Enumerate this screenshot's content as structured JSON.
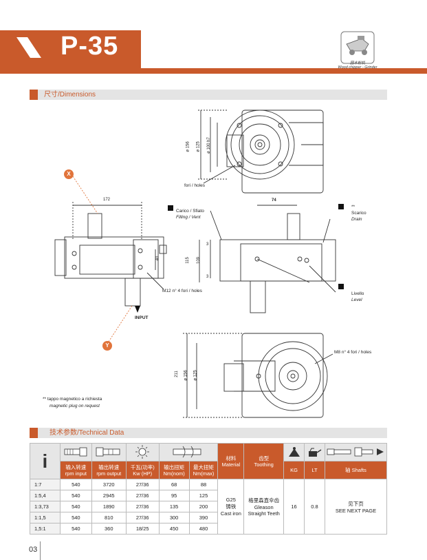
{
  "header": {
    "title": "P-35",
    "logo_caption_cn": "圆木粉机",
    "logo_caption": "Wood chipper - Grinder"
  },
  "sections": {
    "dimensions": "尺寸/Dimensions",
    "technical": "技术参数/Technical Data"
  },
  "drawing": {
    "markers": {
      "x": "X",
      "y": "Y"
    },
    "top_view": {
      "d156": "ø 156",
      "d125": "ø 125",
      "d100": "ø 100 h7",
      "holes": "fori / holes"
    },
    "side_view": {
      "dim172": "172",
      "dim40": "40",
      "m12": "M12 n° 4 fori / holes",
      "input": "INPUT"
    },
    "front_view": {
      "dim74": "74",
      "dim115": "115",
      "dim109": "109",
      "dim3a": "3",
      "dim3b": "3",
      "carico": "Carico / Sfiato",
      "filling": "Filling / Vent",
      "scarico_mark": "**",
      "scarico": "Scarico",
      "drain": "Drain",
      "livello": "Livello",
      "level": "Level"
    },
    "bottom_view": {
      "dim211": "211",
      "d156": "ø 156",
      "d125": "ø 125",
      "m8": "M8 n° 4 fori / holes"
    },
    "note_line1": "** tappo magnetico a richiesta",
    "note_line2": "magnetic plug on request"
  },
  "table": {
    "ratio_symbol": "i",
    "headers": [
      {
        "cn": "输入转速",
        "en": "rpm input"
      },
      {
        "cn": "输出转速",
        "en": "rpm output"
      },
      {
        "cn": "千瓦(功率)",
        "en": "Kw (HP)"
      },
      {
        "cn": "输出扭矩",
        "en": "Nm(nom)"
      },
      {
        "cn": "最大扭矩",
        "en": "Nm(max)"
      },
      {
        "cn": "材料",
        "en": "Material"
      },
      {
        "cn": "齿型",
        "en": "Toothing"
      },
      {
        "cn": "",
        "en": "KG"
      },
      {
        "cn": "",
        "en": "LT"
      },
      {
        "cn": "",
        "en": "轴 Shafts"
      }
    ],
    "rows": [
      {
        "ratio": "1:7",
        "rpm_in": "540",
        "rpm_out": "3720",
        "kw": "27/36",
        "nm_nom": "68",
        "nm_max": "88"
      },
      {
        "ratio": "1:5,4",
        "rpm_in": "540",
        "rpm_out": "2945",
        "kw": "27/36",
        "nm_nom": "95",
        "nm_max": "125"
      },
      {
        "ratio": "1:3,73",
        "rpm_in": "540",
        "rpm_out": "1890",
        "kw": "27/36",
        "nm_nom": "135",
        "nm_max": "200"
      },
      {
        "ratio": "1:1,5",
        "rpm_in": "540",
        "rpm_out": "810",
        "kw": "27/36",
        "nm_nom": "300",
        "nm_max": "390"
      },
      {
        "ratio": "1,5:1",
        "rpm_in": "540",
        "rpm_out": "360",
        "kw": "18/25",
        "nm_nom": "450",
        "nm_max": "480"
      }
    ],
    "material": {
      "l1": "G25",
      "l2": "铸铁",
      "l3": "Cast iron"
    },
    "toothing": {
      "l1": "格里森直伞齿",
      "l2": "Gleason",
      "l3": "Straight Teeth"
    },
    "kg": "16",
    "lt": "0.8",
    "shafts": {
      "l1": "见下页",
      "l2": "SEE NEXT PAGE"
    }
  },
  "footer": {
    "page": "03"
  },
  "colors": {
    "accent": "#c95a2b",
    "marker": "#e1743b"
  }
}
